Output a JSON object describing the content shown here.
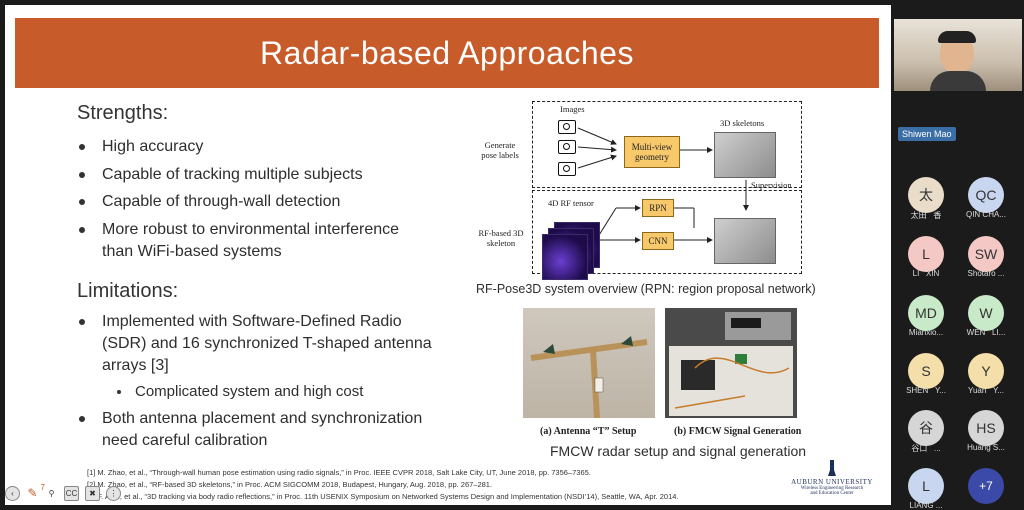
{
  "slide": {
    "title": "Radar-based Approaches",
    "strengths_heading": "Strengths:",
    "strengths": [
      "High accuracy",
      "Capable of tracking multiple subjects",
      "Capable of through-wall detection",
      "More robust to environmental interference",
      "than WiFi-based systems"
    ],
    "limitations_heading": "Limitations:",
    "limitations": [
      "Implemented with Software-Defined Radio",
      "(SDR) and 16 synchronized T-shaped antenna",
      "arrays [3]",
      "Complicated system and high cost",
      "Both antenna placement and synchronization",
      "need careful calibration"
    ],
    "diagram": {
      "images_label": "Images",
      "generate_label_1": "Generate",
      "generate_label_2": "pose labels",
      "multiview_1": "Multi-view",
      "multiview_2": "geometry",
      "skeletons_label": "3D skeletons",
      "supervision_label": "Supervision",
      "rf_tensor_label": "4D RF tensor",
      "rf_skeleton_1": "RF-based 3D",
      "rf_skeleton_2": "skeleton",
      "rpn_label": "RPN",
      "cnn_label": "CNN",
      "caption": "RF-Pose3D system overview (RPN: region proposal network)"
    },
    "photos": {
      "caption_a": "(a) Antenna “T” Setup",
      "caption_b": "(b) FMCW Signal Generation",
      "caption": "FMCW radar setup and signal generation"
    },
    "footnotes": [
      "[1] M. Zhao, et al., “Through-wall human pose estimation using radio signals,” in Proc. IEEE CVPR 2018, Salt Lake City, UT, June 2018, pp. 7356–7365.",
      "[2] M. Zhao, et al., “RF-based 3D skeletons,” in Proc. ACM SIGCOMM 2018, Budapest, Hungary, Aug. 2018, pp. 267–281.",
      "[3] F. Adib, et al., “3D tracking via body radio reflections,” in Proc. 11th USENIX Symposium on Networked Systems Design and Implementation (NSDI’14), Seattle, WA, Apr. 2014."
    ],
    "logo_1": "AUBURN UNIVERSITY",
    "logo_2": "Wireless Engineering Research",
    "logo_3": "and Education Center"
  },
  "toolbar": {
    "page_num": "7",
    "cc_label": "CC"
  },
  "sidebar": {
    "presenter_name": "Shiwen Mao",
    "participants": [
      {
        "initials": "太",
        "name": "太田   香",
        "color": "#e9dcc9"
      },
      {
        "initials": "QC",
        "name": "QIN CHA...",
        "color": "#c9d6f0"
      },
      {
        "initials": "L",
        "name": "LI   XIN",
        "color": "#f4c9c5"
      },
      {
        "initials": "SW",
        "name": "Shotaro ...",
        "color": "#f4c9c5"
      },
      {
        "initials": "MD",
        "name": "Mianxio...",
        "color": "#c9eac9"
      },
      {
        "initials": "W",
        "name": "WEN   LI...",
        "color": "#c9eac9"
      },
      {
        "initials": "S",
        "name": "SHEN   Y...",
        "color": "#f4dfaa"
      },
      {
        "initials": "Y",
        "name": "Yuan   Y...",
        "color": "#f4dfaa"
      },
      {
        "initials": "谷",
        "name": "谷口   ...",
        "color": "#d6d6d6"
      },
      {
        "initials": "HS",
        "name": "Huang S...",
        "color": "#d6d6d6"
      },
      {
        "initials": "L",
        "name": "LIANG ...",
        "color": "#c9d6f0"
      },
      {
        "initials": "+7",
        "name": "",
        "color": "#3b4aa8"
      }
    ]
  }
}
